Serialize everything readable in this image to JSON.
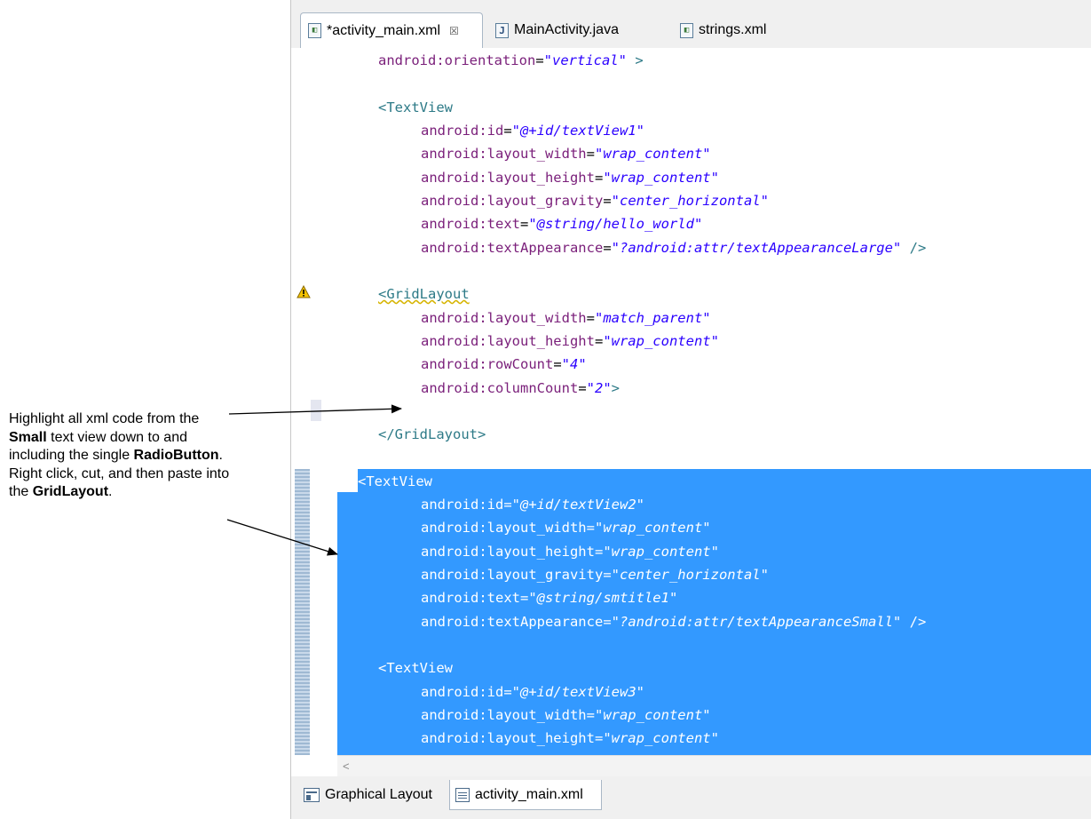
{
  "annotation": {
    "t1": "Highlight all xml code from the ",
    "b1": "Small",
    "t2": " text view down to and including the single ",
    "b2": "RadioButton",
    "t3": ". Right click, cut, and then paste into the ",
    "b3": "GridLayout",
    "t4": "."
  },
  "tabs": [
    {
      "label": "*activity_main.xml",
      "icon": "xml-file-icon",
      "active": true
    },
    {
      "label": "MainActivity.java",
      "icon": "java-file-icon",
      "active": false
    },
    {
      "label": "strings.xml",
      "icon": "xml-file-icon",
      "active": false
    }
  ],
  "code": {
    "l1": {
      "att": "android:orientation",
      "eq": "=",
      "val": "\"vertical\"",
      "tail": " >"
    },
    "l2": {
      "tag": "<TextView"
    },
    "l3": {
      "att": "android:id",
      "eq": "=",
      "val": "\"@+id/textView1\""
    },
    "l4": {
      "att": "android:layout_width",
      "eq": "=",
      "val": "\"wrap_content\""
    },
    "l5": {
      "att": "android:layout_height",
      "eq": "=",
      "val": "\"wrap_content\""
    },
    "l6": {
      "att": "android:layout_gravity",
      "eq": "=",
      "val": "\"center_horizontal\""
    },
    "l7": {
      "att": "android:text",
      "eq": "=",
      "val": "\"@string/hello_world\""
    },
    "l8": {
      "att": "android:textAppearance",
      "eq": "=",
      "val": "\"?android:attr/textAppearanceLarge\"",
      "tail": " />"
    },
    "l9": {
      "tag": "<GridLayout"
    },
    "l10": {
      "att": "android:layout_width",
      "eq": "=",
      "val": "\"match_parent\""
    },
    "l11": {
      "att": "android:layout_height",
      "eq": "=",
      "val": "\"wrap_content\""
    },
    "l12": {
      "att": "android:rowCount",
      "eq": "=",
      "val": "\"4\""
    },
    "l13": {
      "att": "android:columnCount",
      "eq": "=",
      "val": "\"2\"",
      "tail": ">"
    },
    "l14": {
      "tag": "</GridLayout>"
    },
    "l15": {
      "tag": "<TextView"
    },
    "l16": {
      "att": "android:id",
      "eq": "=",
      "val": "\"@+id/textView2\""
    },
    "l17": {
      "att": "android:layout_width",
      "eq": "=",
      "val": "\"wrap_content\""
    },
    "l18": {
      "att": "android:layout_height",
      "eq": "=",
      "val": "\"wrap_content\""
    },
    "l19": {
      "att": "android:layout_gravity",
      "eq": "=",
      "val": "\"center_horizontal\""
    },
    "l20": {
      "att": "android:text",
      "eq": "=",
      "val": "\"@string/smtitle1\""
    },
    "l21": {
      "att": "android:textAppearance",
      "eq": "=",
      "val": "\"?android:attr/textAppearanceSmall\"",
      "tail": " />"
    },
    "l22": {
      "tag": "<TextView"
    },
    "l23": {
      "att": "android:id",
      "eq": "=",
      "val": "\"@+id/textView3\""
    },
    "l24": {
      "att": "android:layout_width",
      "eq": "=",
      "val": "\"wrap_content\""
    },
    "l25": {
      "att": "android:layout_height",
      "eq": "=",
      "val": "\"wrap_content\""
    }
  },
  "hscroll": {
    "left_arrow": "<"
  },
  "bottom_tabs": [
    {
      "label": "Graphical Layout",
      "icon": "layout-icon",
      "active": false
    },
    {
      "label": "activity_main.xml",
      "icon": "xml-source-icon",
      "active": true
    }
  ],
  "colors": {
    "selection": "#3399ff",
    "tag": "#2d7a87",
    "attribute": "#7a1f7a",
    "value": "#2a00ff"
  }
}
